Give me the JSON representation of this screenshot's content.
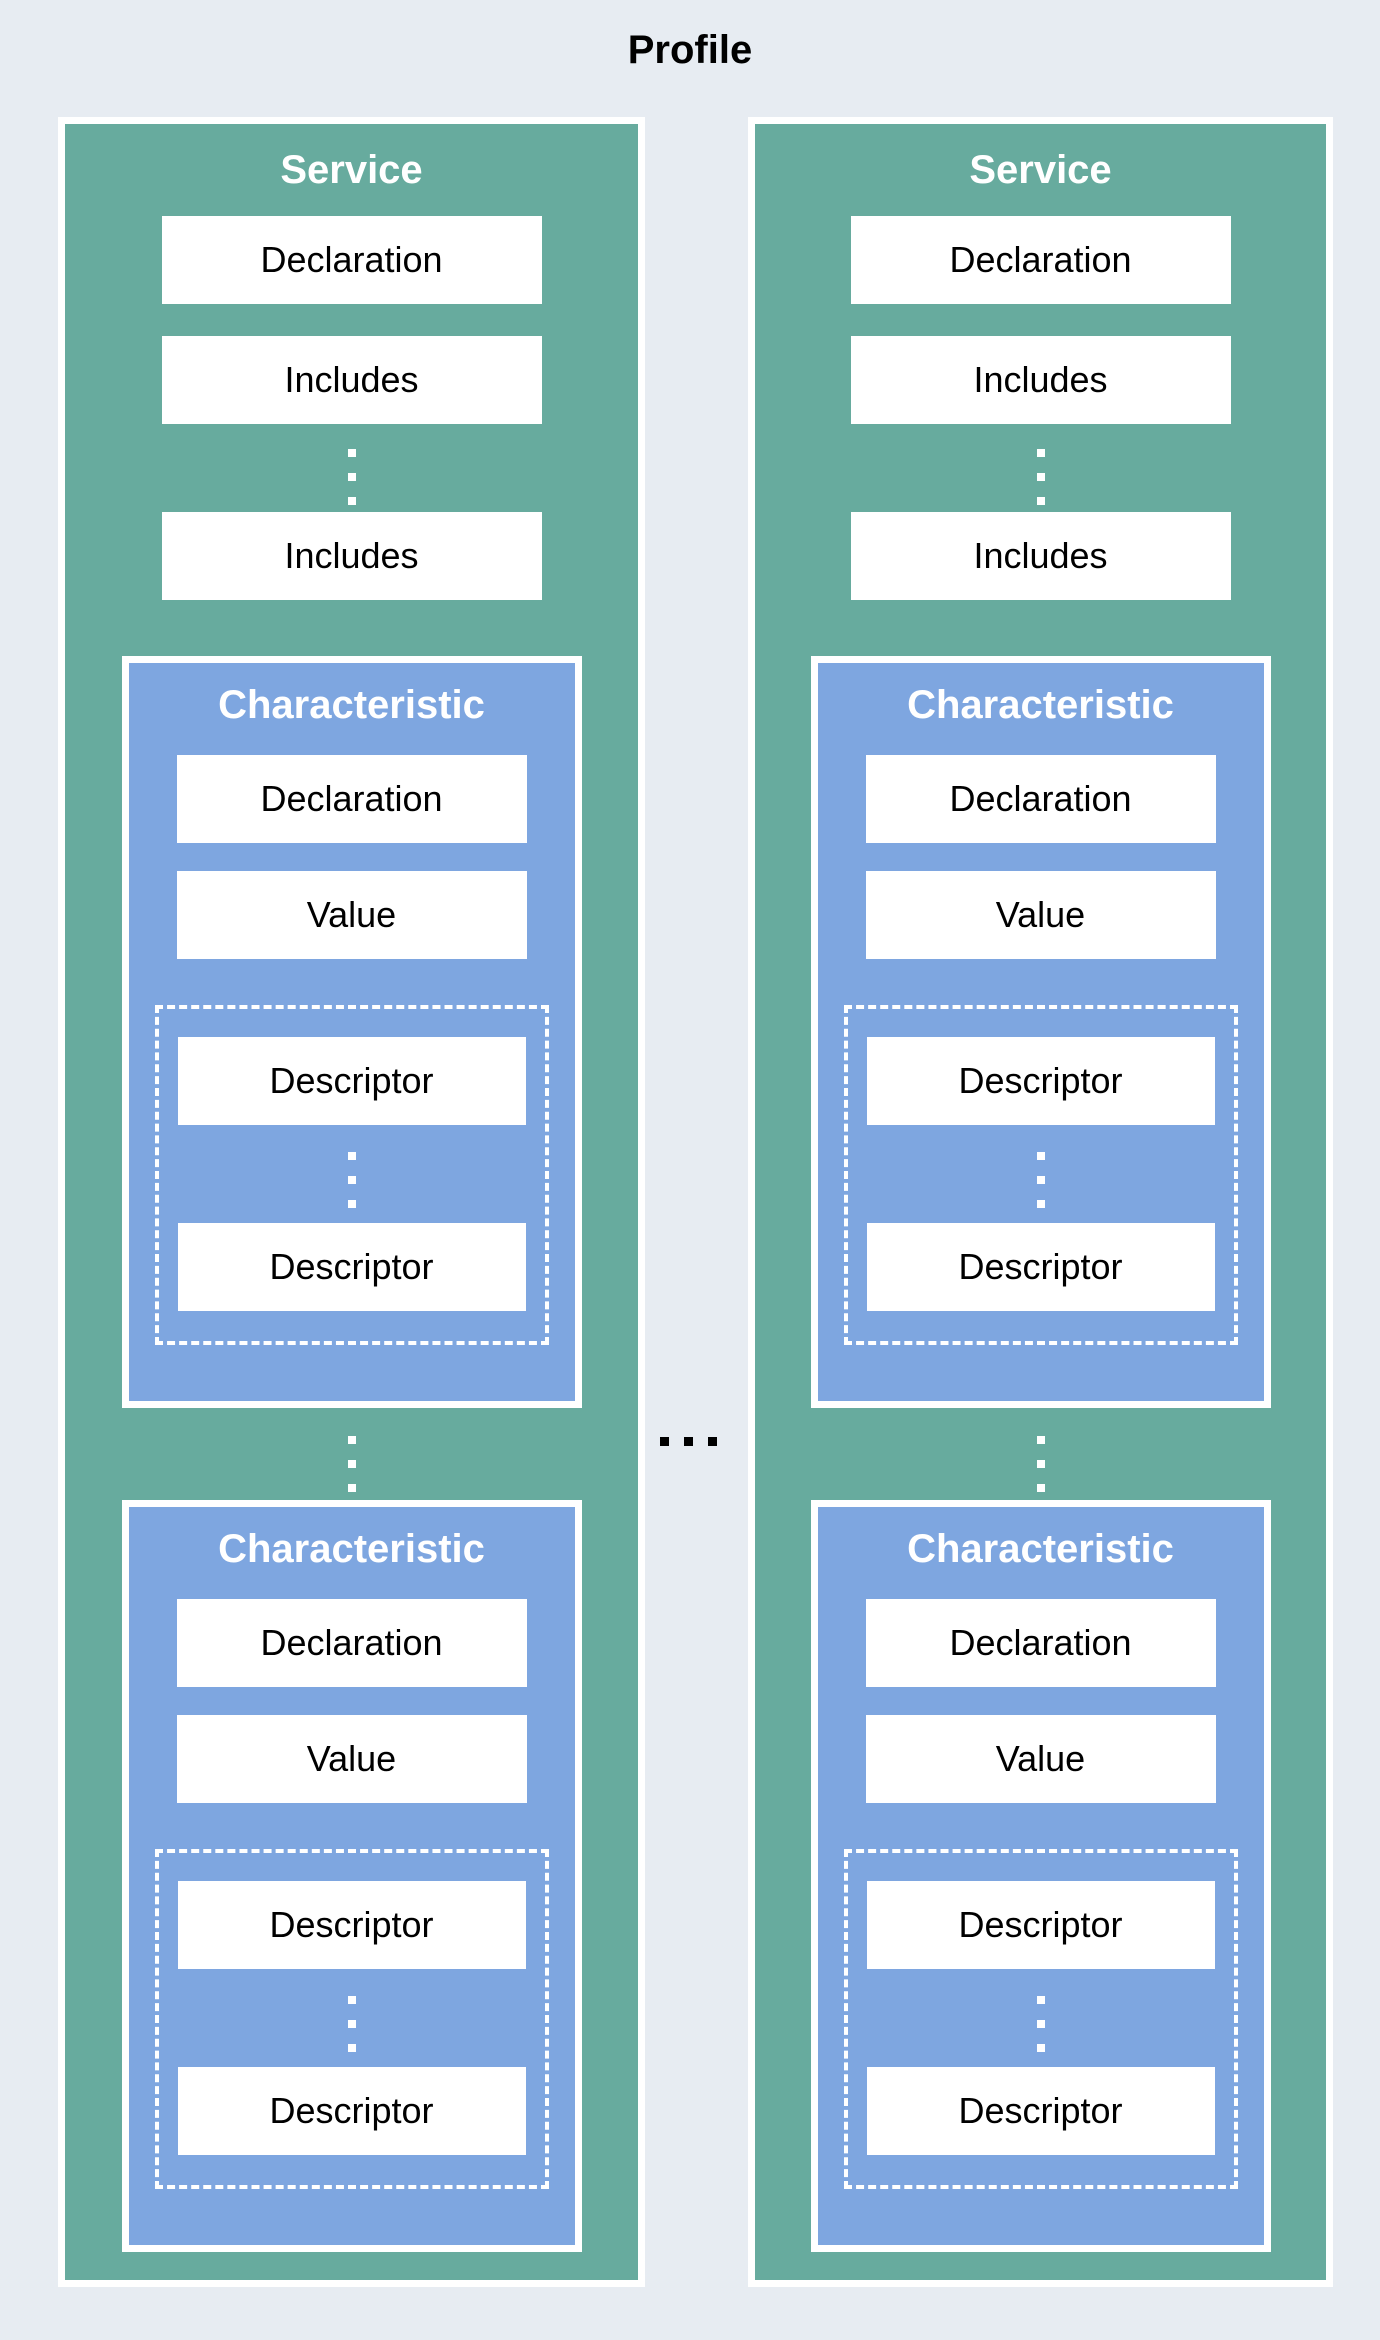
{
  "page": {
    "title": "Profile"
  },
  "colors": {
    "background": "#e7ecf2",
    "service_fill": "#67ab9e",
    "characteristic_fill": "#7ea6e0",
    "frame": "#ffffff",
    "box_fill": "#ffffff",
    "text": "#000000"
  },
  "icons": {
    "vertical_ellipsis": "⋮",
    "horizontal_ellipsis": "…"
  },
  "services": [
    {
      "title": "Service",
      "declaration_label": "Declaration",
      "includes_labels": [
        "Includes",
        "Includes"
      ],
      "characteristics": [
        {
          "title": "Characteristic",
          "declaration_label": "Declaration",
          "value_label": "Value",
          "descriptor_labels": [
            "Descriptor",
            "Descriptor"
          ]
        },
        {
          "title": "Characteristic",
          "declaration_label": "Declaration",
          "value_label": "Value",
          "descriptor_labels": [
            "Descriptor",
            "Descriptor"
          ]
        }
      ]
    },
    {
      "title": "Service",
      "declaration_label": "Declaration",
      "includes_labels": [
        "Includes",
        "Includes"
      ],
      "characteristics": [
        {
          "title": "Characteristic",
          "declaration_label": "Declaration",
          "value_label": "Value",
          "descriptor_labels": [
            "Descriptor",
            "Descriptor"
          ]
        },
        {
          "title": "Characteristic",
          "declaration_label": "Declaration",
          "value_label": "Value",
          "descriptor_labels": [
            "Descriptor",
            "Descriptor"
          ]
        }
      ]
    }
  ]
}
